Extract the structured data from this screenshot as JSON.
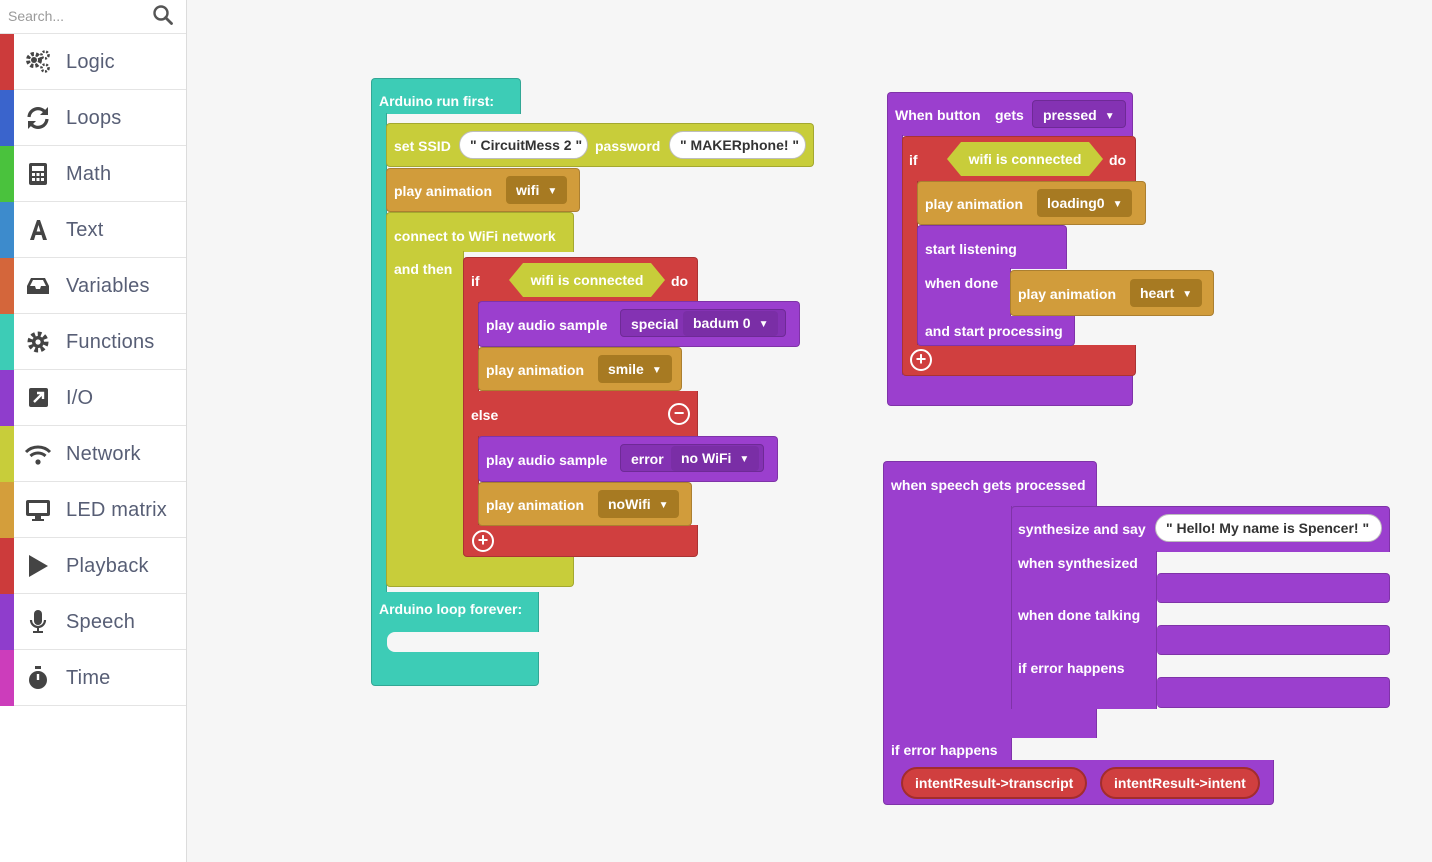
{
  "sidebar": {
    "search_placeholder": "Search...",
    "categories": [
      {
        "label": "Logic",
        "color": "#cc3b3b",
        "icon": "gears-icon"
      },
      {
        "label": "Loops",
        "color": "#3a64cc",
        "icon": "refresh-icon"
      },
      {
        "label": "Math",
        "color": "#4ac23d",
        "icon": "calculator-icon"
      },
      {
        "label": "Text",
        "color": "#3d8bcc",
        "icon": "font-icon"
      },
      {
        "label": "Variables",
        "color": "#d4663b",
        "icon": "inbox-icon"
      },
      {
        "label": "Functions",
        "color": "#3dccb6",
        "icon": "gear-icon"
      },
      {
        "label": "I/O",
        "color": "#8f3dcc",
        "icon": "external-link-icon"
      },
      {
        "label": "Network",
        "color": "#c8cd3a",
        "icon": "wifi-icon"
      },
      {
        "label": "LED matrix",
        "color": "#d49e3b",
        "icon": "monitor-icon"
      },
      {
        "label": "Playback",
        "color": "#cc3b3b",
        "icon": "play-icon"
      },
      {
        "label": "Speech",
        "color": "#8f3dcc",
        "icon": "microphone-icon"
      },
      {
        "label": "Time",
        "color": "#cc3dbb",
        "icon": "stopwatch-icon"
      }
    ]
  },
  "colors": {
    "teal": "#3dccb6",
    "network": "#c8cd3a",
    "led": "#d19c3b",
    "logic": "#d03f3f",
    "speech": "#9b3fce",
    "workspace": "#f6f6f6"
  },
  "program": {
    "setup_hat": "Arduino run first:",
    "set_ssid": "set SSID",
    "ssid_value": "\" CircuitMess 2 \"",
    "password": "password",
    "password_value": "\" MAKERphone! \"",
    "play_animation": "play animation",
    "anim_wifi": "wifi",
    "connect_wifi": "connect to WiFi network",
    "and_then": "and then",
    "if": "if",
    "wifi_connected": "wifi is connected",
    "do": "do",
    "play_audio_sample": "play audio sample",
    "special": "special",
    "badum": "badum 0",
    "anim_smile": "smile",
    "else": "else",
    "error": "error",
    "no_wifi": "no WiFi",
    "anim_nowifi": "noWifi",
    "loop_hat": "Arduino loop forever:"
  },
  "button_program": {
    "when_button": "When button",
    "gets": "gets",
    "state": "pressed",
    "if": "if",
    "wifi_connected": "wifi is connected",
    "do": "do",
    "play_animation": "play animation",
    "anim_loading": "loading0",
    "start_listening": "start listening",
    "when_done": "when done",
    "anim_heart": "heart",
    "and_start_processing": "and start processing"
  },
  "speech_program": {
    "hat": "when speech gets processed",
    "synthesize": "synthesize and say",
    "say_value": "\" Hello! My name is Spencer! \"",
    "when_synthesized": "when synthesized",
    "when_done_talking": "when done talking",
    "if_error": "if error happens",
    "outer_if_error": "if error happens",
    "transcript": "intentResult->transcript",
    "intent": "intentResult->intent"
  }
}
